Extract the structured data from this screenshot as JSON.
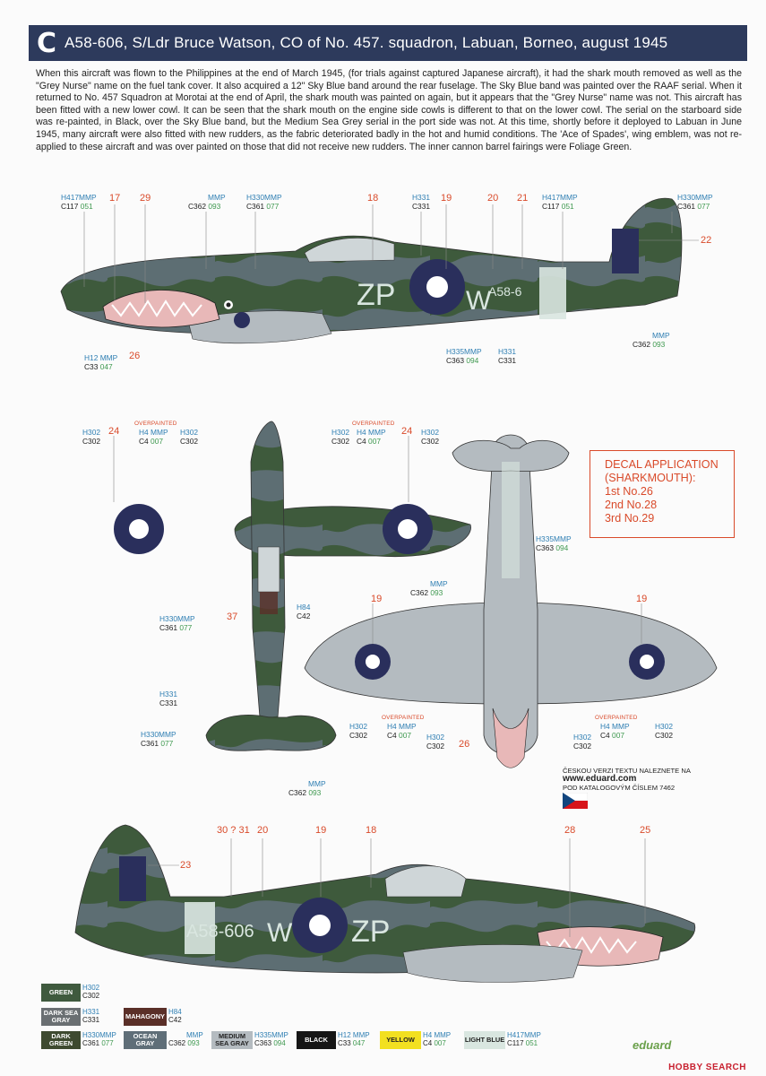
{
  "header": {
    "letter": "C",
    "title": "A58-606, S/Ldr Bruce Watson, CO of No. 457. squadron, Labuan, Borneo, august 1945"
  },
  "description": "When this aircraft was flown to the Philippines at the end of March 1945, (for trials against captured Japanese aircraft), it had the shark mouth removed as well as the \"Grey Nurse\" name on the fuel tank cover. It also acquired a 12\" Sky Blue band around the rear fuselage. The Sky Blue band was painted over the RAAF serial. When it returned to No. 457 Squadron at Morotai at the end of April, the shark mouth was painted on again, but it appears that the \"Grey Nurse\" name was not. This aircraft has been fitted with a new lower cowl. It can be seen that the shark mouth on the engine side cowls is different to that on the lower cowl. The serial on the starboard side was re-painted, in Black, over the Sky Blue band, but the Medium Sea Grey serial in the port side was not. At this time, shortly before it deployed to Labuan in June 1945, many aircraft were also fitted with new rudders, as the fabric deteriorated badly in the hot and humid conditions. The 'Ace of Spades', wing emblem, was not re-applied to these aircraft and was over painted on those that did not receive new rudders. The inner cannon barrel fairings were Foliage Green.",
  "markings": {
    "side1_code": "ZP",
    "side1_letter": "W",
    "side1_serial": "A58-6",
    "side2_code": "ZP",
    "side2_letter": "W",
    "side2_serial": "A58-606"
  },
  "decal_box": {
    "title1": "DECAL APPLICATION",
    "title2": "(SHARKMOUTH):",
    "l1": "1st No.26",
    "l2": "2nd No.28",
    "l3": "3rd No.29"
  },
  "czech": {
    "l1": "ČESKOU VERZI TEXTU NALEZNETE NA",
    "site": "www.eduard.com",
    "l2": "POD KATALOGOVÝM ČÍSLEM 7462"
  },
  "overpainted": "OVERPAINTED",
  "nums": {
    "n17": "17",
    "n29": "29",
    "n18": "18",
    "n19": "19",
    "n20": "20",
    "n21": "21",
    "n22": "22",
    "n26": "26",
    "n24": "24",
    "n37": "37",
    "n23": "23",
    "n30": "30 ? 31",
    "n28": "28",
    "n25": "25"
  },
  "codes": {
    "h417": "H417",
    "c117": "C117",
    "g051": "051",
    "h330": "H330",
    "c361": "C361",
    "g077": "077",
    "h331": "H331",
    "c331": "C331",
    "h12": "H12",
    "c33": "C33",
    "g047": "047",
    "c362": "C362",
    "g093": "093",
    "h335": "H335",
    "c363": "C363",
    "g094": "094",
    "h302": "H302",
    "c302": "C302",
    "h4": "H4",
    "c4": "C4",
    "g007": "007",
    "h84": "H84",
    "c42": "C42",
    "mmp": "MMP"
  },
  "legend": {
    "green": "GREEN",
    "dark_sea_gray": "DARK SEA GRAY",
    "mahagony": "MAHAGONY",
    "dark_green": "DARK GREEN",
    "ocean_gray": "OCEAN GRAY",
    "medium_sea_gray": "MEDIUM SEA GRAY",
    "black": "BLACK",
    "yellow": "YELLOW",
    "light_blue": "LIGHT BLUE"
  },
  "footer": {
    "brand": "HOBBY SEARCH",
    "eduard": "eduard"
  },
  "colors": {
    "header": "#2d3a5c",
    "dark_green": "#3f5a3e",
    "ocean_gray": "#5f6e78",
    "sea_gray_under": "#b4bbc0",
    "roundel": "#2a2f5c",
    "sky_blue": "#d9e6e0",
    "accent_red": "#d94a2a"
  }
}
